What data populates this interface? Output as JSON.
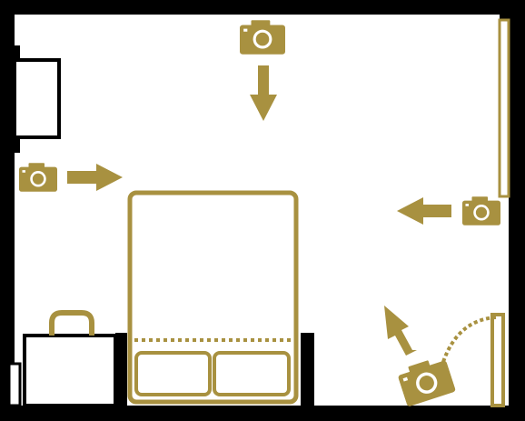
{
  "diagram": {
    "kind": "room-floor-plan",
    "colors": {
      "background": "#000000",
      "floor": "#ffffff",
      "wall": "#000000",
      "accent": "#a89140"
    },
    "icons": {
      "camera": "camera-icon",
      "arrow": "arrow-icon"
    },
    "cameras": [
      {
        "id": "top",
        "pointing": "down"
      },
      {
        "id": "left",
        "pointing": "right"
      },
      {
        "id": "right",
        "pointing": "left"
      },
      {
        "id": "bottom-right",
        "pointing": "up-left"
      }
    ],
    "objects": [
      "bed",
      "pillow-left",
      "pillow-right",
      "suitcase",
      "window",
      "wardrobe",
      "door"
    ]
  }
}
